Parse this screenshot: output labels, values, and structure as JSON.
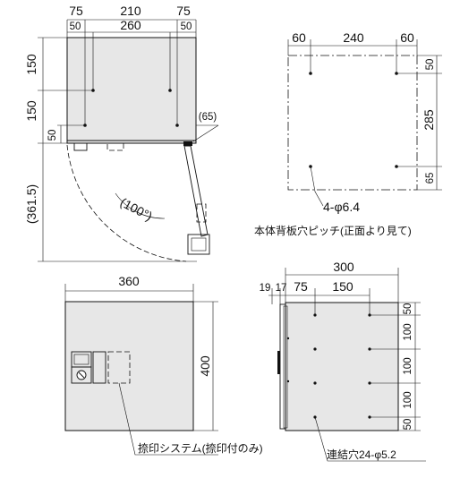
{
  "side_view": {
    "top_dims": [
      "75",
      "210",
      "75"
    ],
    "sub_dims": [
      "50",
      "260",
      "50"
    ],
    "left_dims": [
      "150",
      "150",
      "50"
    ],
    "open_depth": "(361.5)",
    "door_offset": "(65)",
    "door_angle": "(100°)"
  },
  "back_pitch": {
    "top_dims": [
      "60",
      "240",
      "60"
    ],
    "right_dims": [
      "50",
      "285",
      "65"
    ],
    "hole_label": "4-φ6.4",
    "caption": "本体背板穴ピッチ(正面より見て)"
  },
  "front_view": {
    "width": "360",
    "height": "400",
    "callout": "捺印システム(捺印付のみ)"
  },
  "side_panel": {
    "overall_width": "300",
    "small_dims": [
      "19",
      "17",
      "75",
      "150"
    ],
    "right_dims": [
      "50",
      "100",
      "100",
      "100",
      "50"
    ],
    "hole_label": "連結穴24-φ5.2"
  }
}
